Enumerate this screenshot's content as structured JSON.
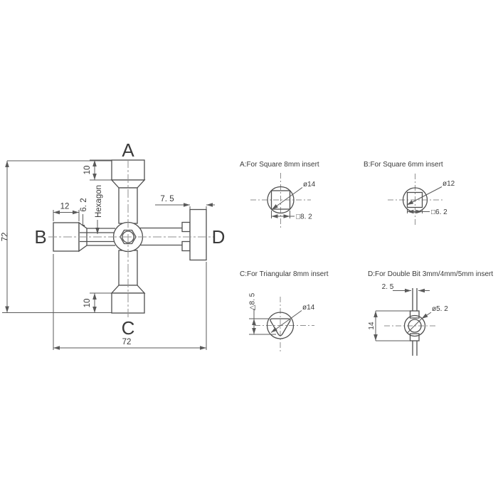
{
  "colors": {
    "outline": "#4f4f4f",
    "dimension": "#5a5a5a",
    "centerline": "#8f8f8f",
    "text": "#3a3a3a",
    "background": "#ffffff"
  },
  "main_view": {
    "labels": {
      "top": "A",
      "left": "B",
      "bottom": "C",
      "right": "D"
    },
    "dims": {
      "height_72": "72",
      "width_72": "72",
      "head_a_10": "10",
      "head_c_10": "10",
      "socket_b_12": "12",
      "slot_b_62": "6. 2",
      "end_d_75": "7. 5"
    },
    "hexagon_label": "Hexagon"
  },
  "detail_a": {
    "title": "A:For Square 8mm insert",
    "diameter": "ø14",
    "size": "□8. 2"
  },
  "detail_b": {
    "title": "B:For Square 6mm insert",
    "diameter": "ø12",
    "size": "□6. 2"
  },
  "detail_c": {
    "title": "C:For Triangular 8mm insert",
    "diameter": "ø14",
    "size": "△8. 5"
  },
  "detail_d": {
    "title": "D:For Double Bit 3mm/4mm/5mm insert",
    "diameter": "ø5. 2",
    "slot_width": "2. 5",
    "length": "14"
  }
}
